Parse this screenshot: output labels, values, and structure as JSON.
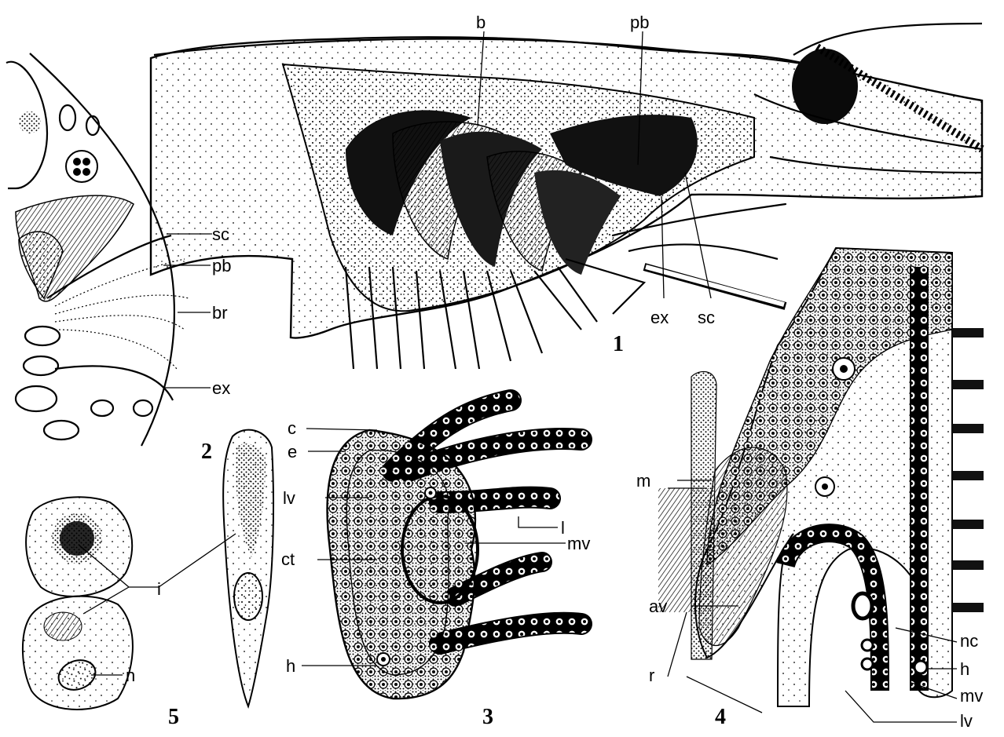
{
  "figure_numbers": {
    "fig1": "1",
    "fig2": "2",
    "fig3": "3",
    "fig4": "4",
    "fig5": "5"
  },
  "labels": {
    "fig1": {
      "b": "b",
      "pb": "pb",
      "ex": "ex",
      "sc": "sc"
    },
    "fig2": {
      "sc": "sc",
      "pb": "pb",
      "br": "br",
      "ex": "ex"
    },
    "fig3": {
      "c": "c",
      "e": "e",
      "lv": "lv",
      "ct": "ct",
      "h": "h",
      "l": "l",
      "mv": "mv"
    },
    "fig4": {
      "m": "m",
      "av": "av",
      "r": "r",
      "nc": "nc",
      "h": "h",
      "mv": "mv",
      "lv": "lv"
    },
    "fig5": {
      "i": "i",
      "n": "n"
    }
  },
  "colors": {
    "ink": "#000000",
    "paper": "#ffffff"
  }
}
